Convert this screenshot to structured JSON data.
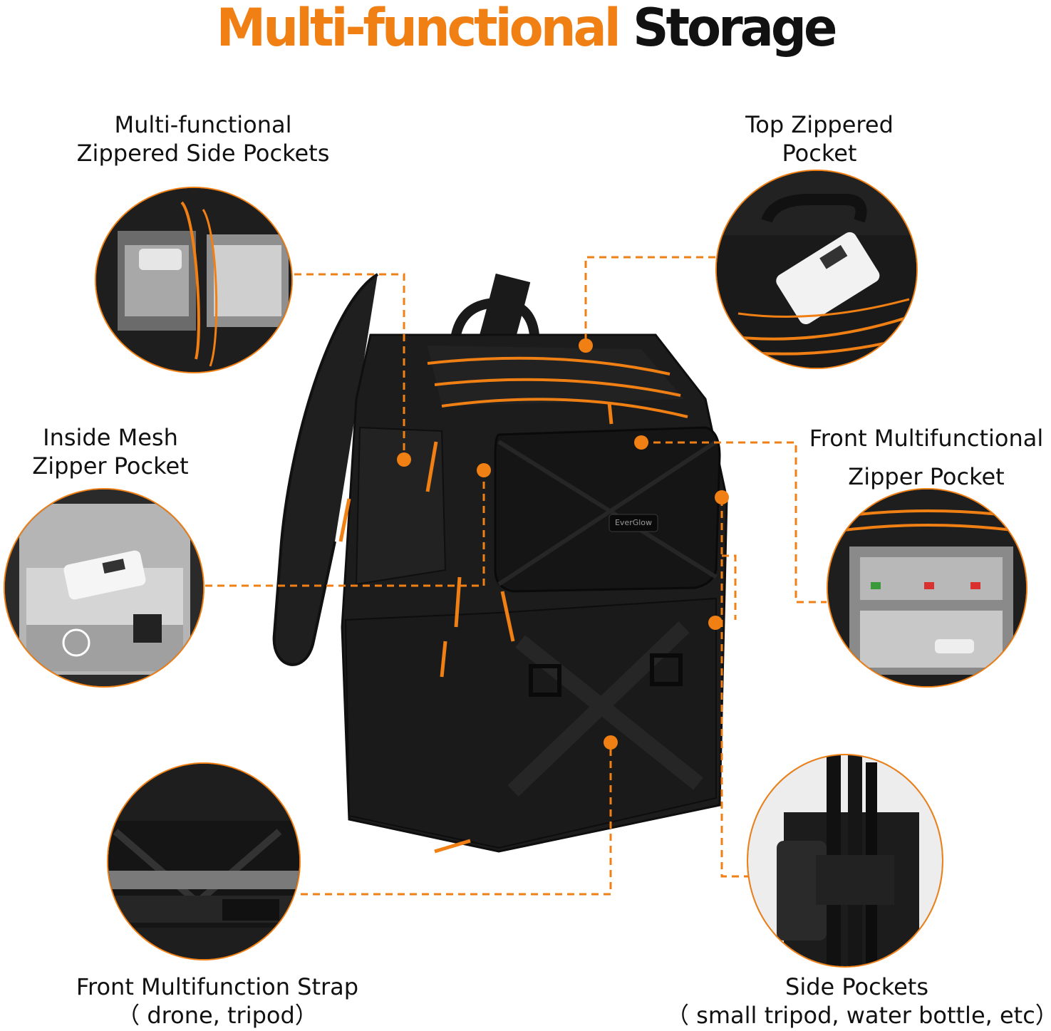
{
  "title": {
    "part1": "Multi-functional",
    "part2": "Storage"
  },
  "features": {
    "side_pockets_zippered": {
      "line1": "Multi-functional",
      "line2": "Zippered Side Pockets"
    },
    "top_pocket": {
      "line1": "Top Zippered",
      "line2": "Pocket"
    },
    "inside_mesh": {
      "line1": "Inside Mesh",
      "line2": "Zipper Pocket"
    },
    "front_zipper": {
      "line1": "Front Multifunctional",
      "line2": "Zipper Pocket"
    },
    "front_strap": {
      "line1": "Front Multifunction Strap",
      "line2": "（ drone, tripod）"
    },
    "side_pockets": {
      "line1": "Side Pockets",
      "line2": "（ small tripod, water bottle, etc）"
    }
  },
  "brand_label": "EverGlow",
  "colors": {
    "accent": "#f07f14",
    "bag": "#1c1c1c"
  }
}
